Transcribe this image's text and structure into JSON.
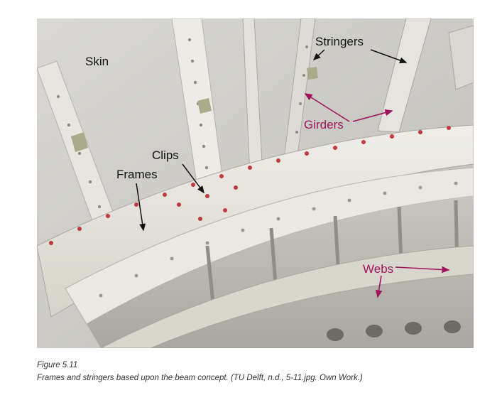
{
  "figure": {
    "labels": {
      "skin": "Skin",
      "stringers": "Stringers",
      "girders": "Girders",
      "clips": "Clips",
      "frames": "Frames",
      "webs": "Webs"
    },
    "colors": {
      "black_label": "#111111",
      "magenta_label": "#a0145e"
    }
  },
  "caption": {
    "number": "Figure 5.11",
    "text": "Frames and stringers based upon the beam concept. (TU Delft, n.d., 5-11.jpg. Own Work.)"
  }
}
